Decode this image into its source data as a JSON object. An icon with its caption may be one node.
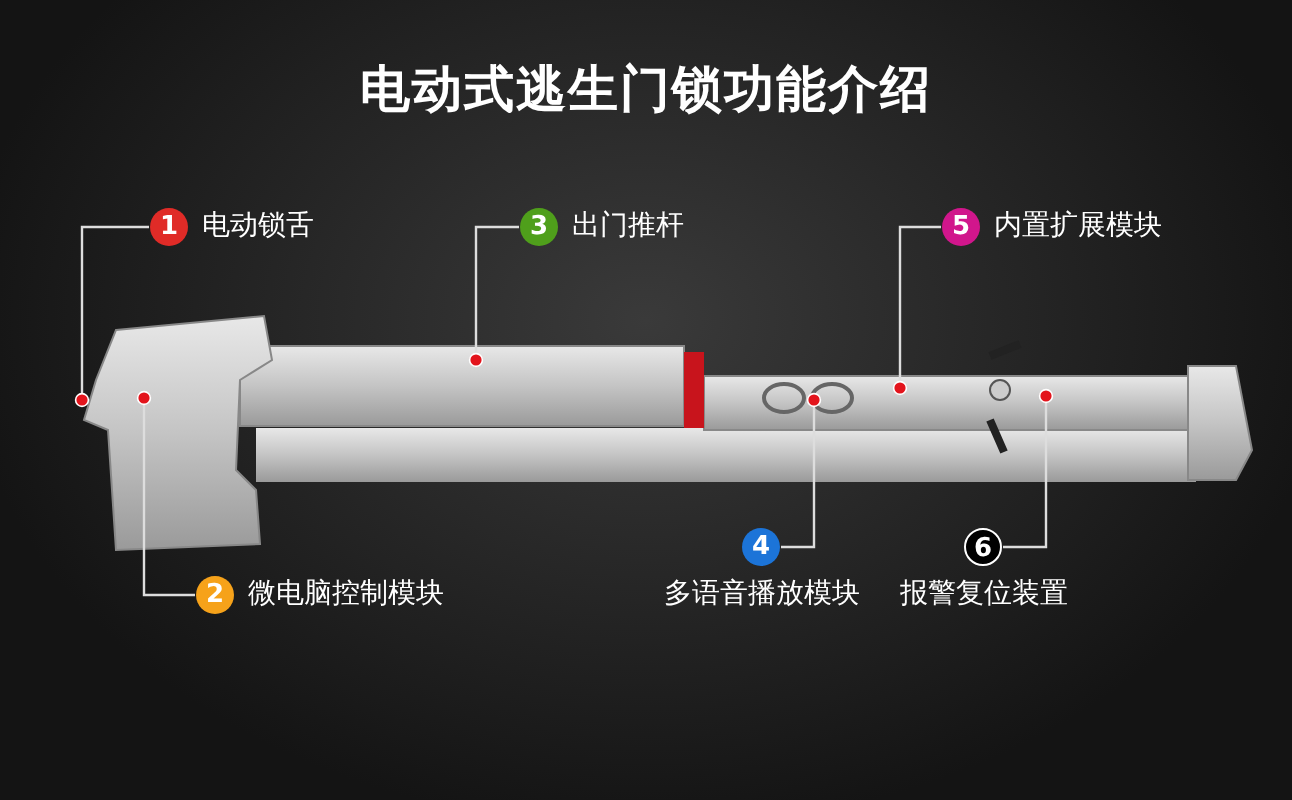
{
  "diagram": {
    "title": "电动式逃生门锁功能介绍",
    "nodes": [
      {
        "text": [],
        "shape": "picture"
      },
      {
        "text": [
          "1"
        ],
        "beside": [
          "电动锁舌"
        ]
      },
      {
        "text": [
          "2"
        ],
        "beside": [
          "微电脑控制模块"
        ]
      },
      {
        "text": [
          "3"
        ],
        "beside": [
          "出门推杆"
        ]
      },
      {
        "text": [
          "4"
        ],
        "beside": [
          "多语音播放模块"
        ]
      },
      {
        "text": [
          "5"
        ],
        "beside": [
          "内置扩展模块"
        ]
      },
      {
        "text": [
          "6"
        ],
        "beside": [
          "报警复位装置"
        ]
      }
    ],
    "edges": [
      {
        "from": 1,
        "to": 0,
        "arrow": "other"
      },
      {
        "from": 2,
        "to": 0,
        "arrow": "other"
      },
      {
        "from": 3,
        "to": 0,
        "arrow": "other"
      },
      {
        "from": 4,
        "to": 0,
        "arrow": "other"
      },
      {
        "from": 5,
        "to": 0,
        "arrow": "other"
      },
      {
        "from": 6,
        "to": 0,
        "arrow": "other"
      }
    ]
  }
}
